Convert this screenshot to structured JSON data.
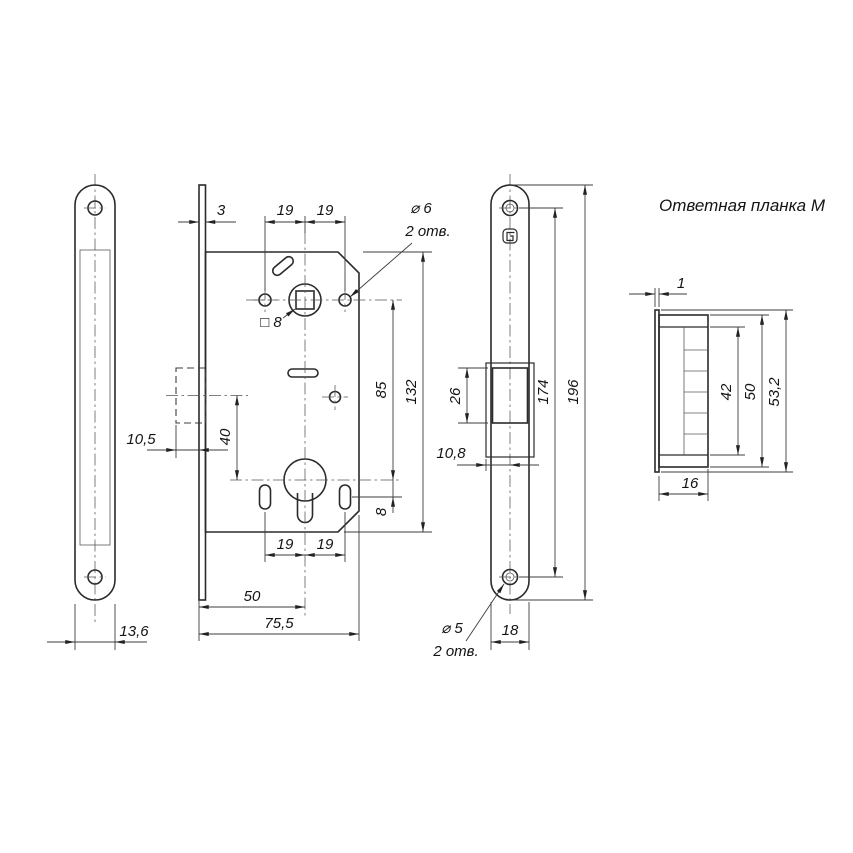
{
  "title": "Ответная планка М",
  "views": {
    "faceplate": {
      "width": "13,6"
    },
    "body": {
      "plate_thickness": "3",
      "top_spacing_left": "19",
      "top_spacing_right": "19",
      "hole_diameter": "⌀ 6",
      "hole_count": "2 отв.",
      "square_spindle": "□ 8",
      "center_distance": "85",
      "body_height": "132",
      "latch_to_cylinder": "40",
      "latch_protrusion": "10,5",
      "slot_offset": "8",
      "bottom_spacing_left": "19",
      "bottom_spacing_right": "19",
      "backset": "50",
      "body_depth": "75,5"
    },
    "front": {
      "latch_height": "26",
      "screw_distance": "174",
      "plate_height": "196",
      "offset": "10,8",
      "screw_diameter": "⌀ 5",
      "screw_count": "2 отв.",
      "plate_width": "18"
    },
    "strike": {
      "plate_thickness": "1",
      "pocket_height": "42",
      "box_height": "50",
      "plate_height": "53,2",
      "box_depth": "16"
    }
  }
}
